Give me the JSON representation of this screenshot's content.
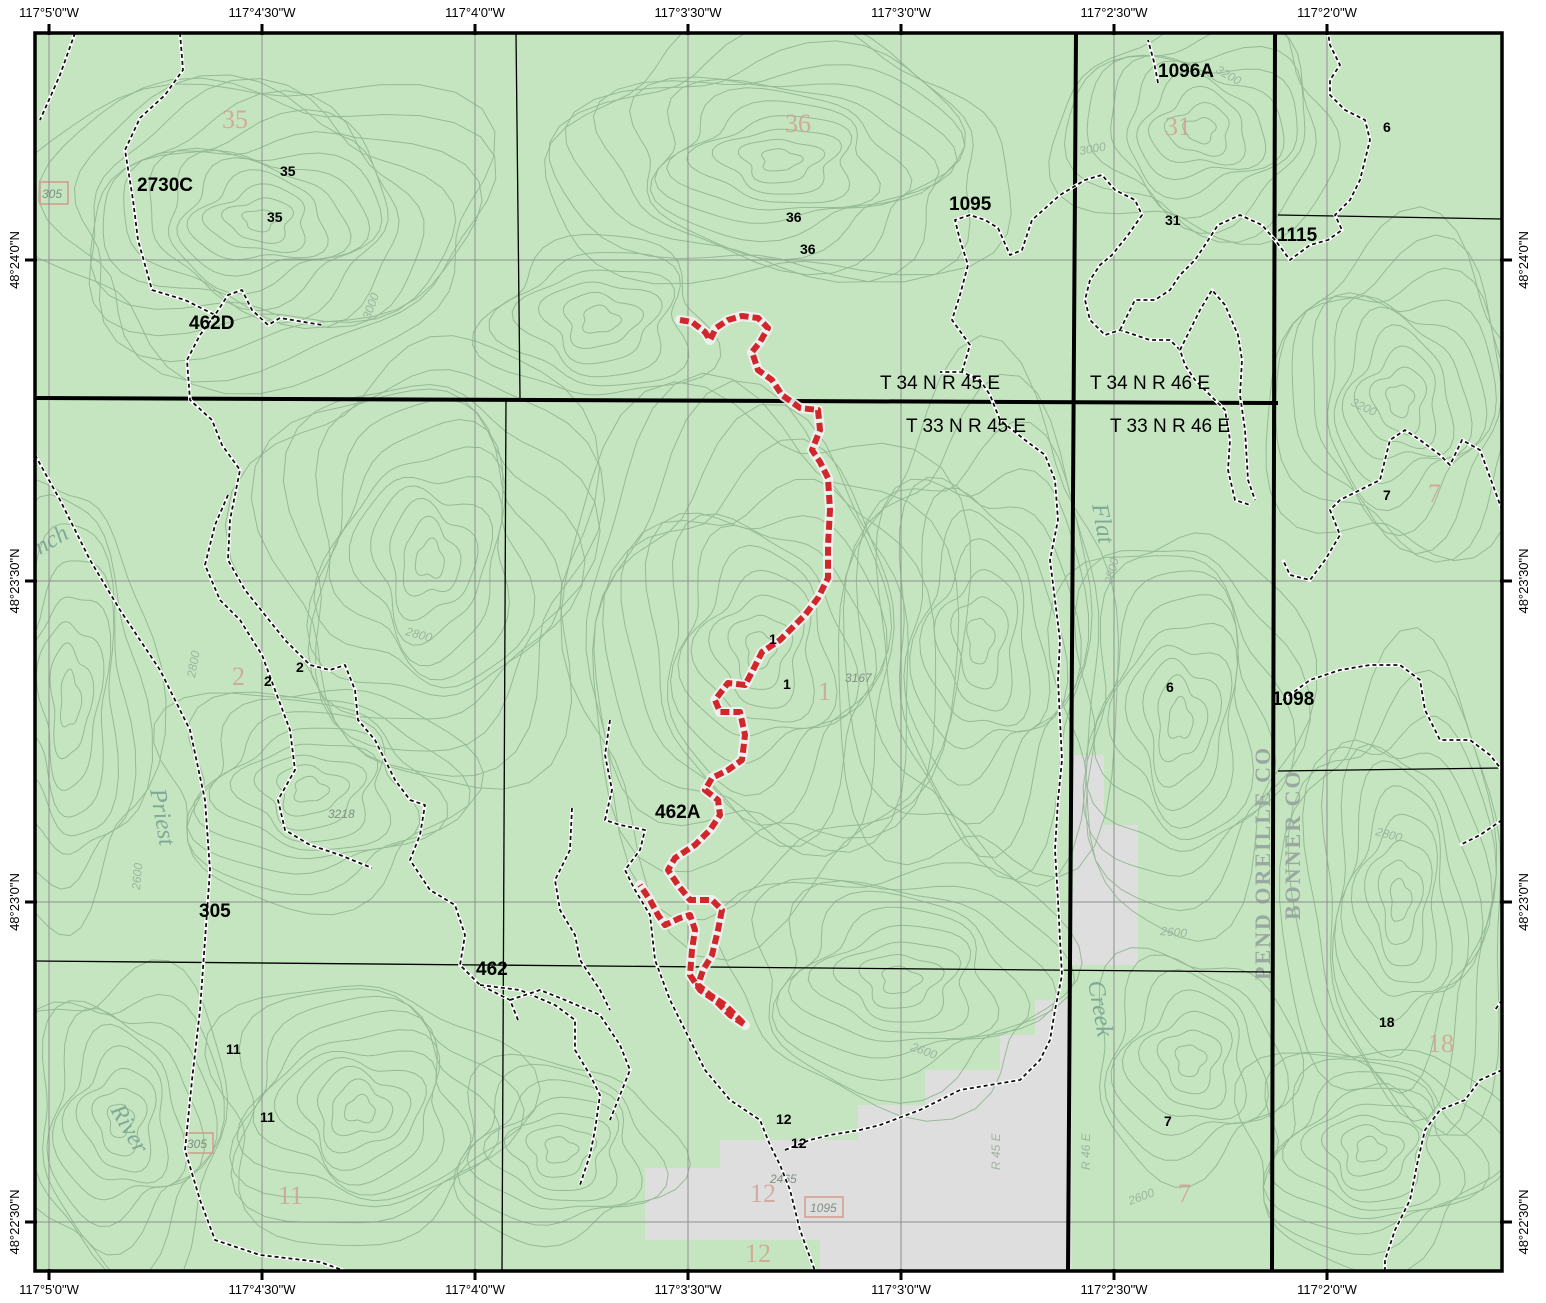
{
  "map": {
    "colors": {
      "forest": "#c4e5bf",
      "private_land": "#dedede",
      "contour": "#8fb38f",
      "grid": "#8e8e8e",
      "section_line": "#000000",
      "route": "#d2272a",
      "base_label": "#d39a8c"
    },
    "top_longitudes": [
      "117°5'0\"W",
      "117°4'30\"W",
      "117°4'0\"W",
      "117°3'30\"W",
      "117°3'0\"W",
      "117°2'30\"W",
      "117°2'0\"W"
    ],
    "bottom_longitudes": [
      "117°5'0\"W",
      "117°4'30\"W",
      "117°4'0\"W",
      "117°3'30\"W",
      "117°3'0\"W",
      "117°2'30\"W",
      "117°2'0\"W"
    ],
    "left_latitudes": [
      "48°24'0\"N",
      "48°23'30\"N",
      "48°23'0\"N",
      "48°22'30\"N"
    ],
    "right_latitudes": [
      "48°24'0\"N",
      "48°23'30\"N",
      "48°23'0\"N",
      "48°22'30\"N"
    ],
    "road_labels": [
      "1096A",
      "2730C",
      "1095",
      "1115",
      "462D",
      "462A",
      "1098",
      "305",
      "462"
    ],
    "section_labels": [
      "35",
      "35",
      "36",
      "36",
      "31",
      "6",
      "7",
      "1",
      "1",
      "2",
      "2",
      "6",
      "11",
      "11",
      "12",
      "12",
      "7",
      "18"
    ],
    "township_labels": [
      "T 34 N R 45 E",
      "T 34 N R 46 E",
      "T 33 N R 45 E",
      "T 33 N R 46 E"
    ],
    "base_section_numbers": [
      "35",
      "36",
      "31",
      "7",
      "2",
      "1",
      "18",
      "11",
      "12",
      "12",
      "7"
    ],
    "base_names": [
      "Priest",
      "River",
      "Flat",
      "Creek",
      "nch"
    ],
    "county_labels": [
      "PEND OREILLE CO",
      "BONNER CO"
    ],
    "contour_labels": [
      "3200",
      "3000",
      "3000",
      "2800",
      "2800",
      "2800",
      "2600",
      "2600",
      "2600",
      "2600",
      "3200",
      "2800"
    ],
    "elevation_labels": [
      "3218",
      "3167",
      "2465"
    ],
    "range_line_labels": [
      "R 45 E",
      "R 46 E"
    ],
    "route_shields": [
      "305",
      "1095",
      "305"
    ]
  }
}
